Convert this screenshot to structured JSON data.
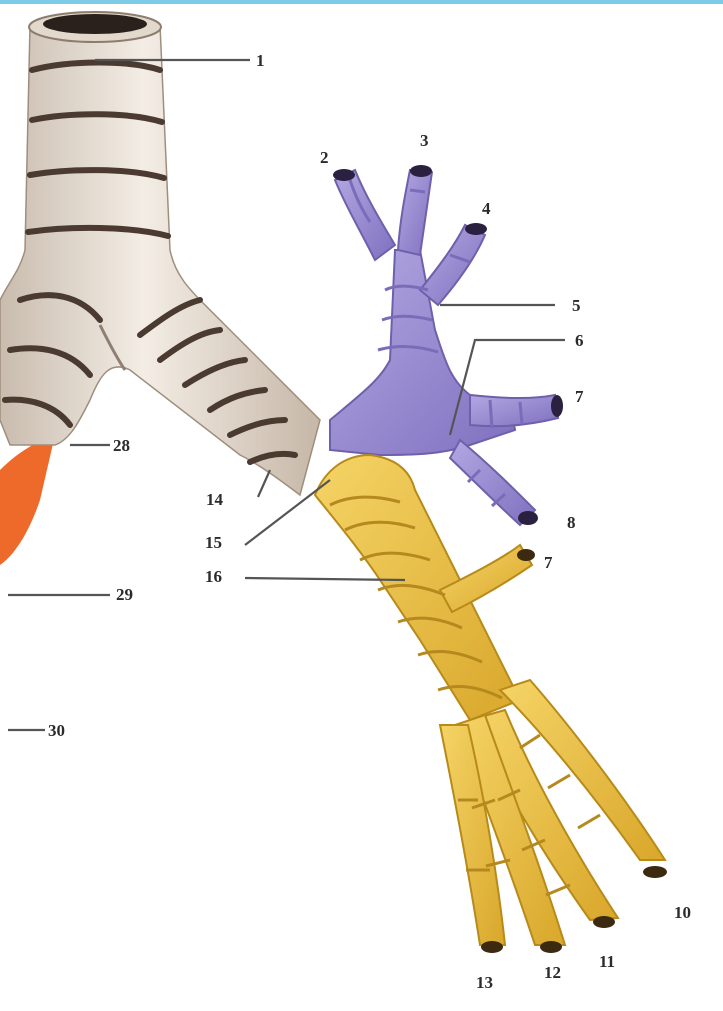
{
  "figure": {
    "labels": {
      "l1": "1",
      "l2": "2",
      "l3": "3",
      "l4": "4",
      "l5": "5",
      "l6": "6",
      "l7a": "7",
      "l8": "8",
      "l7b": "7",
      "l10": "10",
      "l11": "11",
      "l12": "12",
      "l13": "13",
      "l14": "14",
      "l15": "15",
      "l16": "16",
      "l28": "28",
      "l29": "29",
      "l30": "30"
    },
    "colors": {
      "cartilage": "#e9e0d4",
      "cartilage_shadow": "#b7a898",
      "ring": "#4a3a30",
      "upper_lobe_bronchi": "#9d8fd2",
      "upper_lobe_dark": "#6f60ab",
      "lower_lobe_bronchi": "#ecc24a",
      "lower_lobe_dark": "#b78a1a",
      "esophagus_edge": "#ee6a2a",
      "top_bar": "#7ecbe8"
    }
  }
}
